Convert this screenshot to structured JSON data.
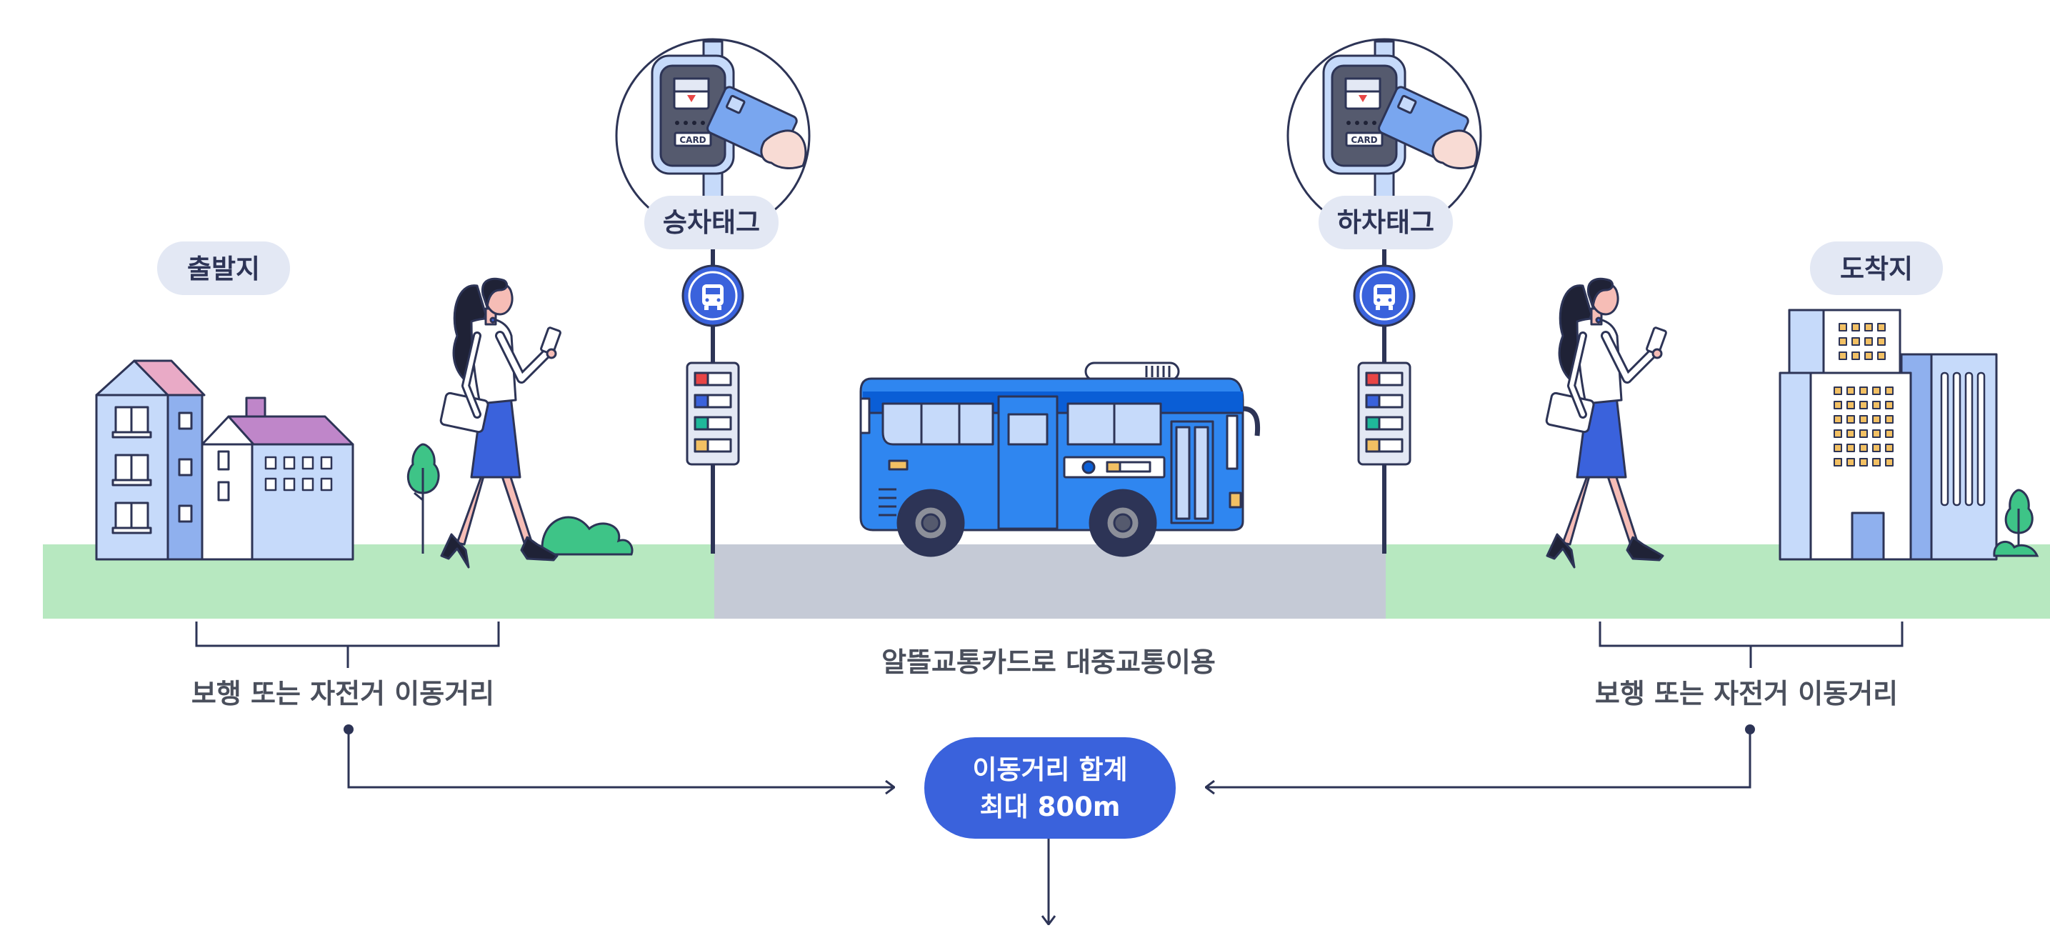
{
  "labels": {
    "origin": "출발지",
    "destination": "도착지",
    "tag_on": "승차태그",
    "tag_off": "하차태그",
    "walk_left": "보행 또는 자전거 이동거리",
    "walk_right": "보행 또는 자전거 이동거리",
    "transit": "알뜰교통카드로 대중교통이용",
    "total_line1": "이동거리 합계",
    "total_line2": "최대 800m",
    "card_text": "CARD"
  },
  "colors": {
    "navy": "#2d3456",
    "grass": "#b7e8c0",
    "road": "#c5cad6",
    "pill": "#e3e8f4",
    "accent_blue": "#3a62dc",
    "bus_blue": "#2f86f0",
    "sky_blue": "#c6dafa",
    "bush_green": "#3ec487",
    "label_gray": "#4a4f5c",
    "lilac": "#bf86c9",
    "pink": "#e9aac6"
  }
}
